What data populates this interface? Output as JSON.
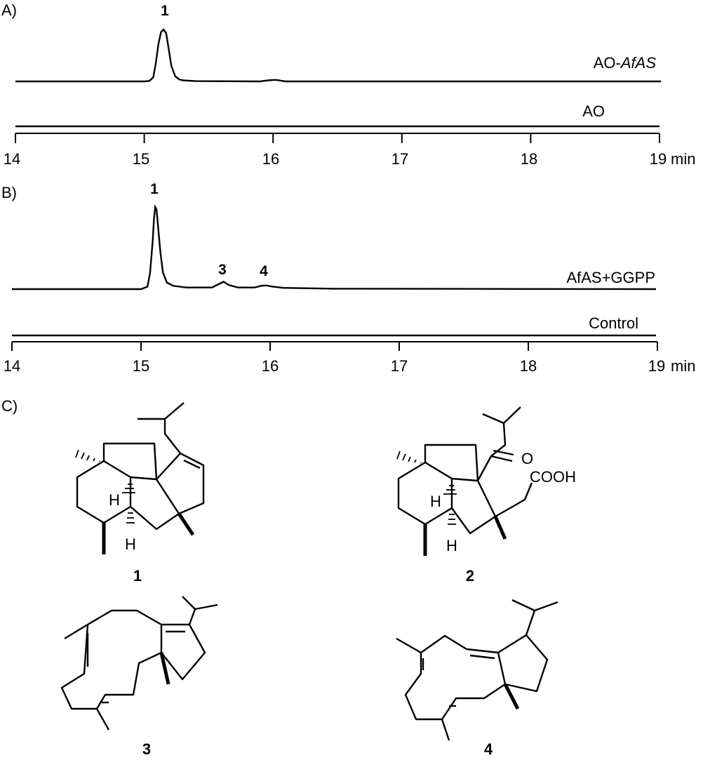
{
  "panels": {
    "a": "A)",
    "b": "B)",
    "c": "C)"
  },
  "chart_data": [
    {
      "type": "line",
      "panel": "A)",
      "x_unit": "min",
      "xlim": [
        14,
        19
      ],
      "x_ticks": [
        14,
        15,
        16,
        17,
        18,
        19
      ],
      "tick_labels": [
        "14",
        "15",
        "16",
        "17",
        "18",
        "19"
      ],
      "grid": false,
      "legend": "none",
      "series": [
        {
          "name": "AO-AfAS",
          "name_parts": [
            "AO-",
            "AfAS"
          ],
          "baseline": 0,
          "x": [
            14.0,
            15.0,
            15.04,
            15.07,
            15.09,
            15.11,
            15.13,
            15.15,
            15.17,
            15.19,
            15.21,
            15.24,
            15.27,
            15.3,
            15.4,
            15.9,
            15.96,
            16.02,
            16.1,
            19.0
          ],
          "y": [
            0,
            0,
            0.01,
            0.08,
            0.35,
            0.72,
            0.95,
            1.0,
            0.93,
            0.62,
            0.3,
            0.1,
            0.04,
            0.02,
            0.005,
            0,
            0.02,
            0.03,
            0,
            0
          ]
        },
        {
          "name": "AO",
          "baseline": 0,
          "x": [
            14.0,
            19.0
          ],
          "y": [
            0,
            0
          ]
        }
      ],
      "peak_labels": [
        {
          "text": "1",
          "x": 15.15
        }
      ]
    },
    {
      "type": "line",
      "panel": "B)",
      "x_unit": "min",
      "xlim": [
        14,
        19
      ],
      "x_ticks": [
        14,
        15,
        16,
        17,
        18,
        19
      ],
      "tick_labels": [
        "14",
        "15",
        "16",
        "17",
        "18",
        "19"
      ],
      "grid": false,
      "legend": "none",
      "series": [
        {
          "name": "AfAS+GGPP",
          "baseline": 0,
          "x": [
            14.0,
            15.0,
            15.05,
            15.07,
            15.09,
            15.1,
            15.11,
            15.12,
            15.13,
            15.15,
            15.17,
            15.2,
            15.25,
            15.35,
            15.55,
            15.6,
            15.64,
            15.68,
            15.75,
            15.88,
            15.93,
            15.97,
            16.02,
            16.1,
            16.5,
            19.0
          ],
          "y": [
            0,
            0,
            0.03,
            0.2,
            0.58,
            0.85,
            1.0,
            0.97,
            0.8,
            0.45,
            0.2,
            0.08,
            0.04,
            0.02,
            0.02,
            0.06,
            0.09,
            0.05,
            0.02,
            0.02,
            0.04,
            0.045,
            0.03,
            0.015,
            0.005,
            0
          ]
        },
        {
          "name": "Control",
          "baseline": 0,
          "x": [
            14.0,
            19.0
          ],
          "y": [
            0,
            0
          ]
        }
      ],
      "peak_labels": [
        {
          "text": "1",
          "x": 15.12
        },
        {
          "text": "3",
          "x": 15.64
        },
        {
          "text": "4",
          "x": 15.96
        }
      ]
    }
  ],
  "structures": {
    "c1": {
      "label": "1",
      "atoms": {
        "h1": "H",
        "h2": "H"
      }
    },
    "c2": {
      "label": "2",
      "atoms": {
        "h1": "H",
        "h2": "H",
        "o": "O",
        "cooh": "COOH"
      }
    },
    "c3": {
      "label": "3"
    },
    "c4": {
      "label": "4"
    }
  }
}
